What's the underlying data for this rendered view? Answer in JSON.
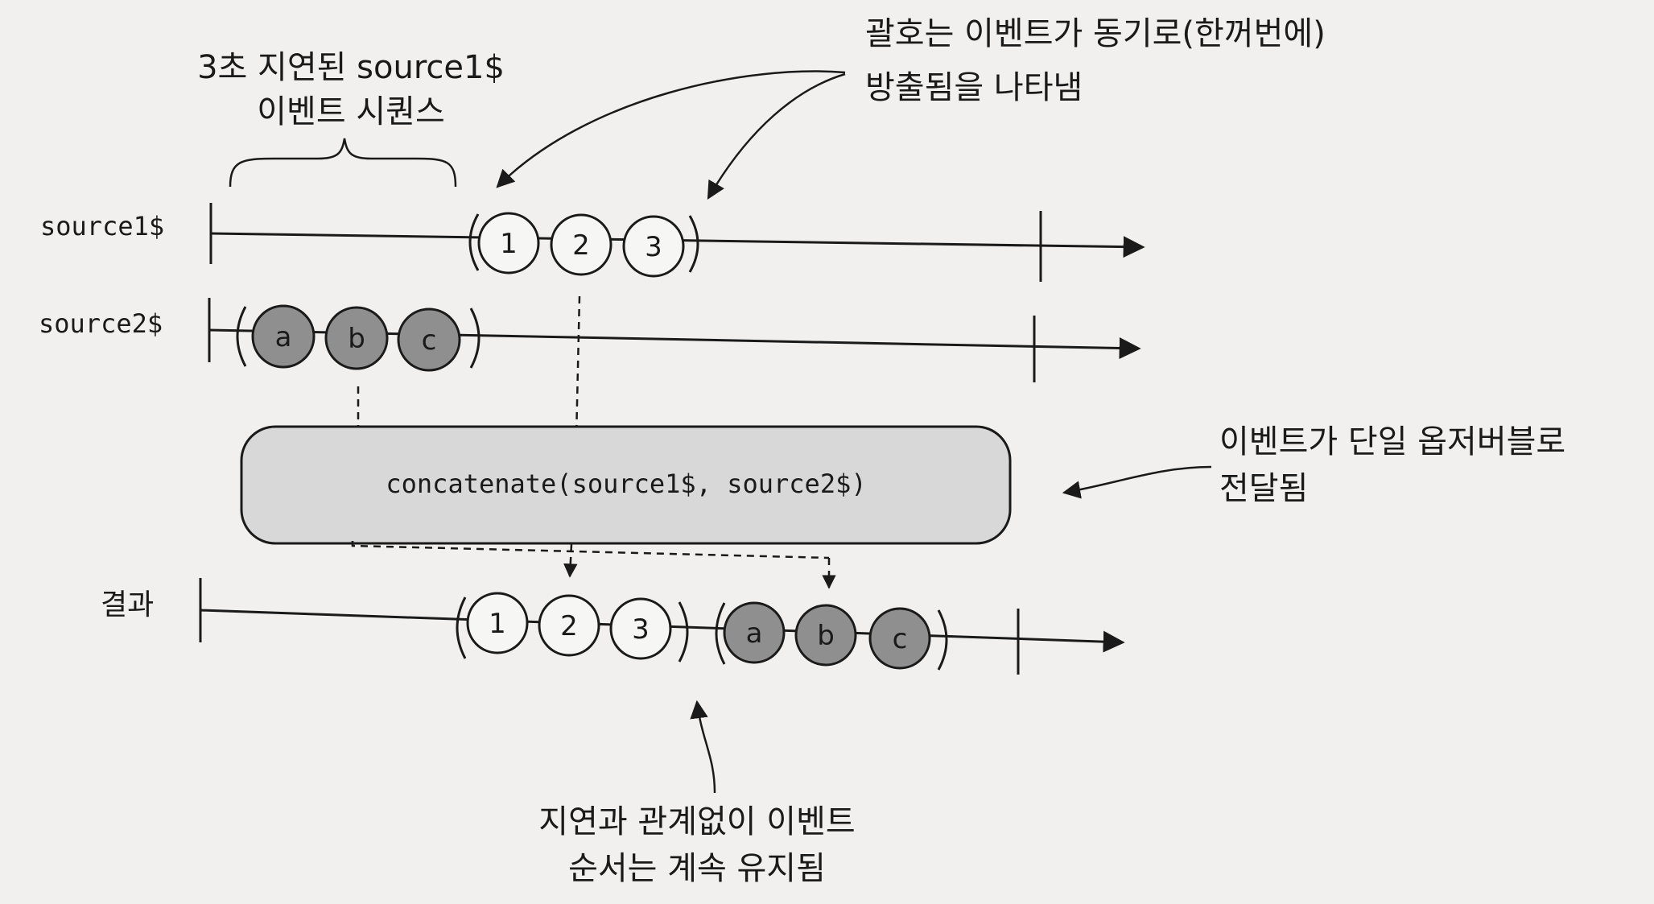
{
  "annotations": {
    "delay_brace_line1": "3초 지연된 source1$",
    "delay_brace_line2": "이벤트 시퀀스",
    "parens_line1": "괄호는 이벤트가 동기로(한꺼번에)",
    "parens_line2": "방출됨을 나타냄",
    "single_obs_line1": "이벤트가 단일 옵저버블로",
    "single_obs_line2": "전달됨",
    "order_line1": "지연과 관계없이 이벤트",
    "order_line2": "순서는 계속 유지됨"
  },
  "timelines": {
    "source1": {
      "label": "source1$",
      "marbles": [
        "1",
        "2",
        "3"
      ]
    },
    "source2": {
      "label": "source2$",
      "marbles": [
        "a",
        "b",
        "c"
      ]
    },
    "result": {
      "label": "결과",
      "marbles": [
        "1",
        "2",
        "3",
        "a",
        "b",
        "c"
      ]
    }
  },
  "operator": {
    "text": "concatenate(source1$, source2$)"
  },
  "colors": {
    "light_marble": "#f6f6f4",
    "dark_marble": "#8f8f8f",
    "operator_fill": "#d8d8d8"
  }
}
